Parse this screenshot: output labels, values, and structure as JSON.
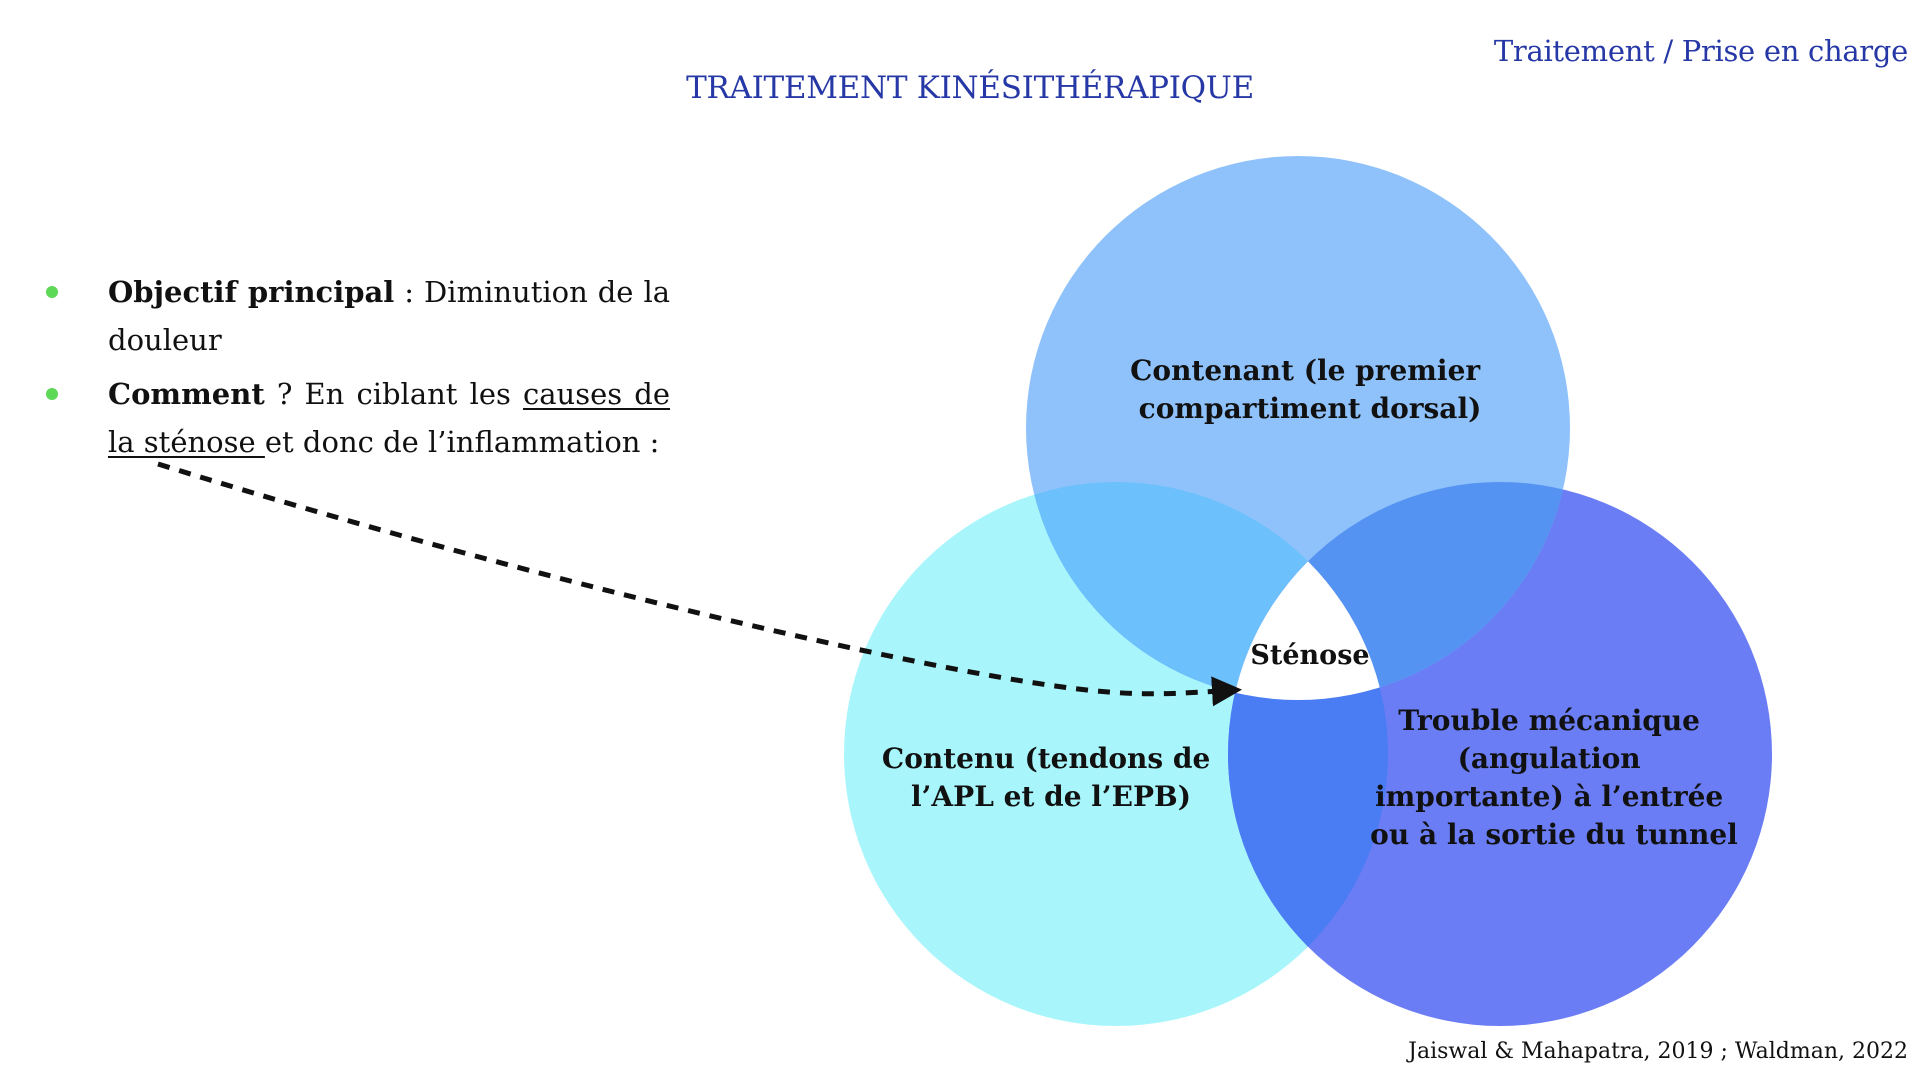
{
  "header": {
    "section": "Traitement / Prise en charge",
    "title": "TRAITEMENT KINÉSITHÉRAPIQUE"
  },
  "bullets": [
    {
      "bold": "Objectif principal",
      "text": " : Diminution de la douleur"
    },
    {
      "bold": "Comment",
      "text_before": " ? En ciblant les ",
      "underlined": "causes de la sténose ",
      "text_after": "et donc de l’inflammation :"
    }
  ],
  "venn": {
    "top": {
      "lines": [
        "Contenant (le premier",
        "compartiment dorsal)"
      ],
      "color": "#8fc2fb"
    },
    "left": {
      "lines": [
        "Contenu (tendons de",
        "l’APL et de l’EPB)"
      ],
      "color": "#a8f6fb"
    },
    "right": {
      "lines": [
        "Trouble mécanique",
        "(angulation",
        "importante) à l’entrée",
        "ou à la sortie du tunnel"
      ],
      "color": "#6a7df4"
    },
    "center": {
      "label": "Sténose",
      "color": "#ffffff"
    },
    "overlap_colors": {
      "top_left": "#6cc0fb",
      "top_right": "#5593f3",
      "left_right": "#4a7cf4"
    }
  },
  "citation": "Jaiswal & Mahapatra, 2019 ; Waldman, 2022"
}
